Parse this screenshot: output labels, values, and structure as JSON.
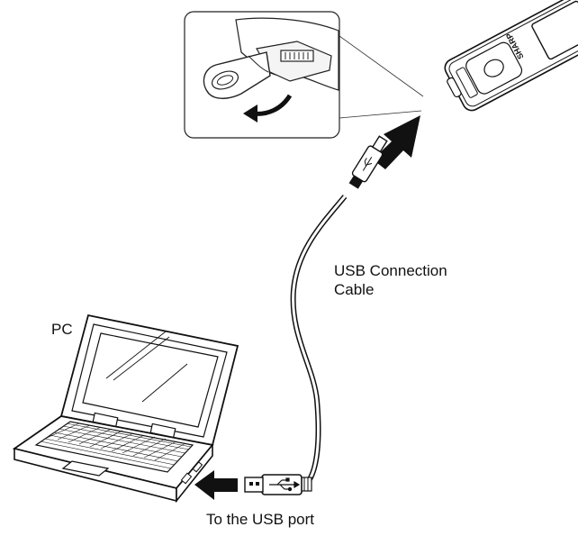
{
  "labels": {
    "pc": "PC",
    "cable_line1": "USB Connection",
    "cable_line2": "Cable",
    "usb_port": "To the USB port"
  },
  "device": {
    "brand": "SHARP"
  },
  "icons": [
    "usb-symbol-icon",
    "arrow-icon",
    "rotate-arrow-icon"
  ],
  "colors": {
    "line": "#111111",
    "screen": "#ffffff",
    "arrow": "#111111"
  }
}
